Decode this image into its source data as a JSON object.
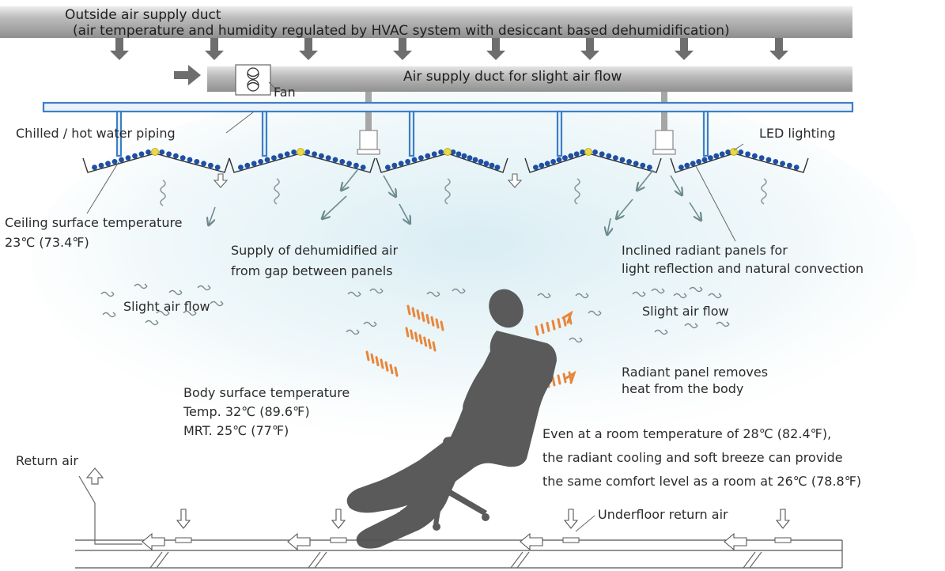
{
  "labels": {
    "outside_duct": "Outside air supply duct",
    "outside_duct_note": "(air temperature and humidity regulated by HVAC system with desiccant based dehumidification)",
    "supply_duct": "Air supply duct for slight air flow",
    "fan": "Fan",
    "piping": "Chilled / hot water piping",
    "led": "LED lighting",
    "ceiling_temp_title": "Ceiling surface temperature",
    "ceiling_temp_value": "23℃ (73.4℉)",
    "supply_air_1": "Supply of dehumidified air",
    "supply_air_2": "from gap  between panels",
    "inclined_1": "Inclined radiant panels for",
    "inclined_2": "light reflection and natural convection",
    "slight_flow_left": "Slight air flow",
    "slight_flow_right": "Slight air flow",
    "radiant_remove_1": "Radiant panel removes",
    "radiant_remove_2": "heat from the body",
    "body_temp_title": "Body surface temperature",
    "body_temp_temp": "Temp. 32℃ (89.6℉)",
    "body_temp_mrt": "MRT.   25℃ (77℉)",
    "comfort_1": "Even at a room temperature of 28℃ (82.4℉),",
    "comfort_2": "the radiant cooling and soft breeze can provide",
    "comfort_3": "the same comfort level as a room at 26℃ (78.8℉)",
    "return_air": "Return air",
    "underfloor_return": "Underfloor return air"
  },
  "colors": {
    "duct": "#a8a8a8",
    "water_pipe": "#3d7fc4",
    "panel_dots": "#1f4fa3",
    "led": "#e8d84a",
    "silhouette": "#555555",
    "heat_waves": "#e8863a",
    "cool_haze": "#cfe6ef"
  },
  "icons": [
    "fan-icon",
    "led-light-icon",
    "person-chair-silhouette",
    "heat-wave-icon",
    "air-flow-icon",
    "floor-grille-icon"
  ]
}
